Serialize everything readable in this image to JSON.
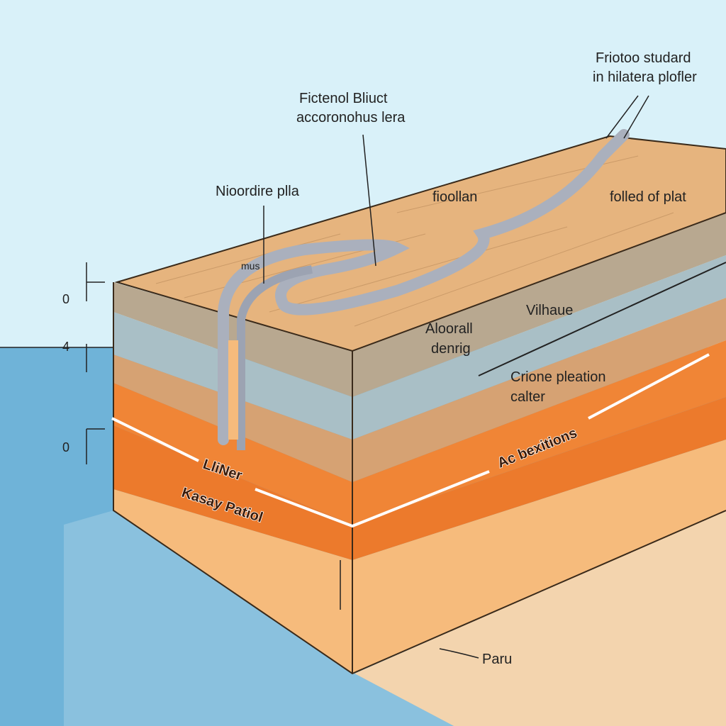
{
  "labels": {
    "top_right": [
      "Friotoo studard",
      "in hilatera plofler"
    ],
    "top_center": [
      "Fictenol Bliuct",
      "accoronohus lera"
    ],
    "pipe": "Nioordire plla",
    "mus": "mus",
    "surface": "fioollan",
    "folded": "folled of plat",
    "blue_layer": "Vilhaue",
    "front_upper": [
      "Aloorall",
      "denrig"
    ],
    "right_middle": [
      "Crione pleation",
      "calter"
    ],
    "orange_right": "Ac bexitions",
    "orange_front": "LliNer",
    "lower_front": "Kasay Patiol",
    "base": "Paru"
  },
  "scale_ticks": [
    "0",
    "4",
    "0"
  ],
  "colors": {
    "sky": "#d9f1f9",
    "sea": "#6fb3d8",
    "top": "#e6b47e",
    "greybrown": "#b8a890",
    "bluegrey": "#a9bfc6",
    "tan": "#d6a273",
    "orange": "#f08536",
    "deep_orange": "#ec7a2c",
    "light_orange": "#f6bb7c",
    "ground": "#f3d4ae"
  }
}
